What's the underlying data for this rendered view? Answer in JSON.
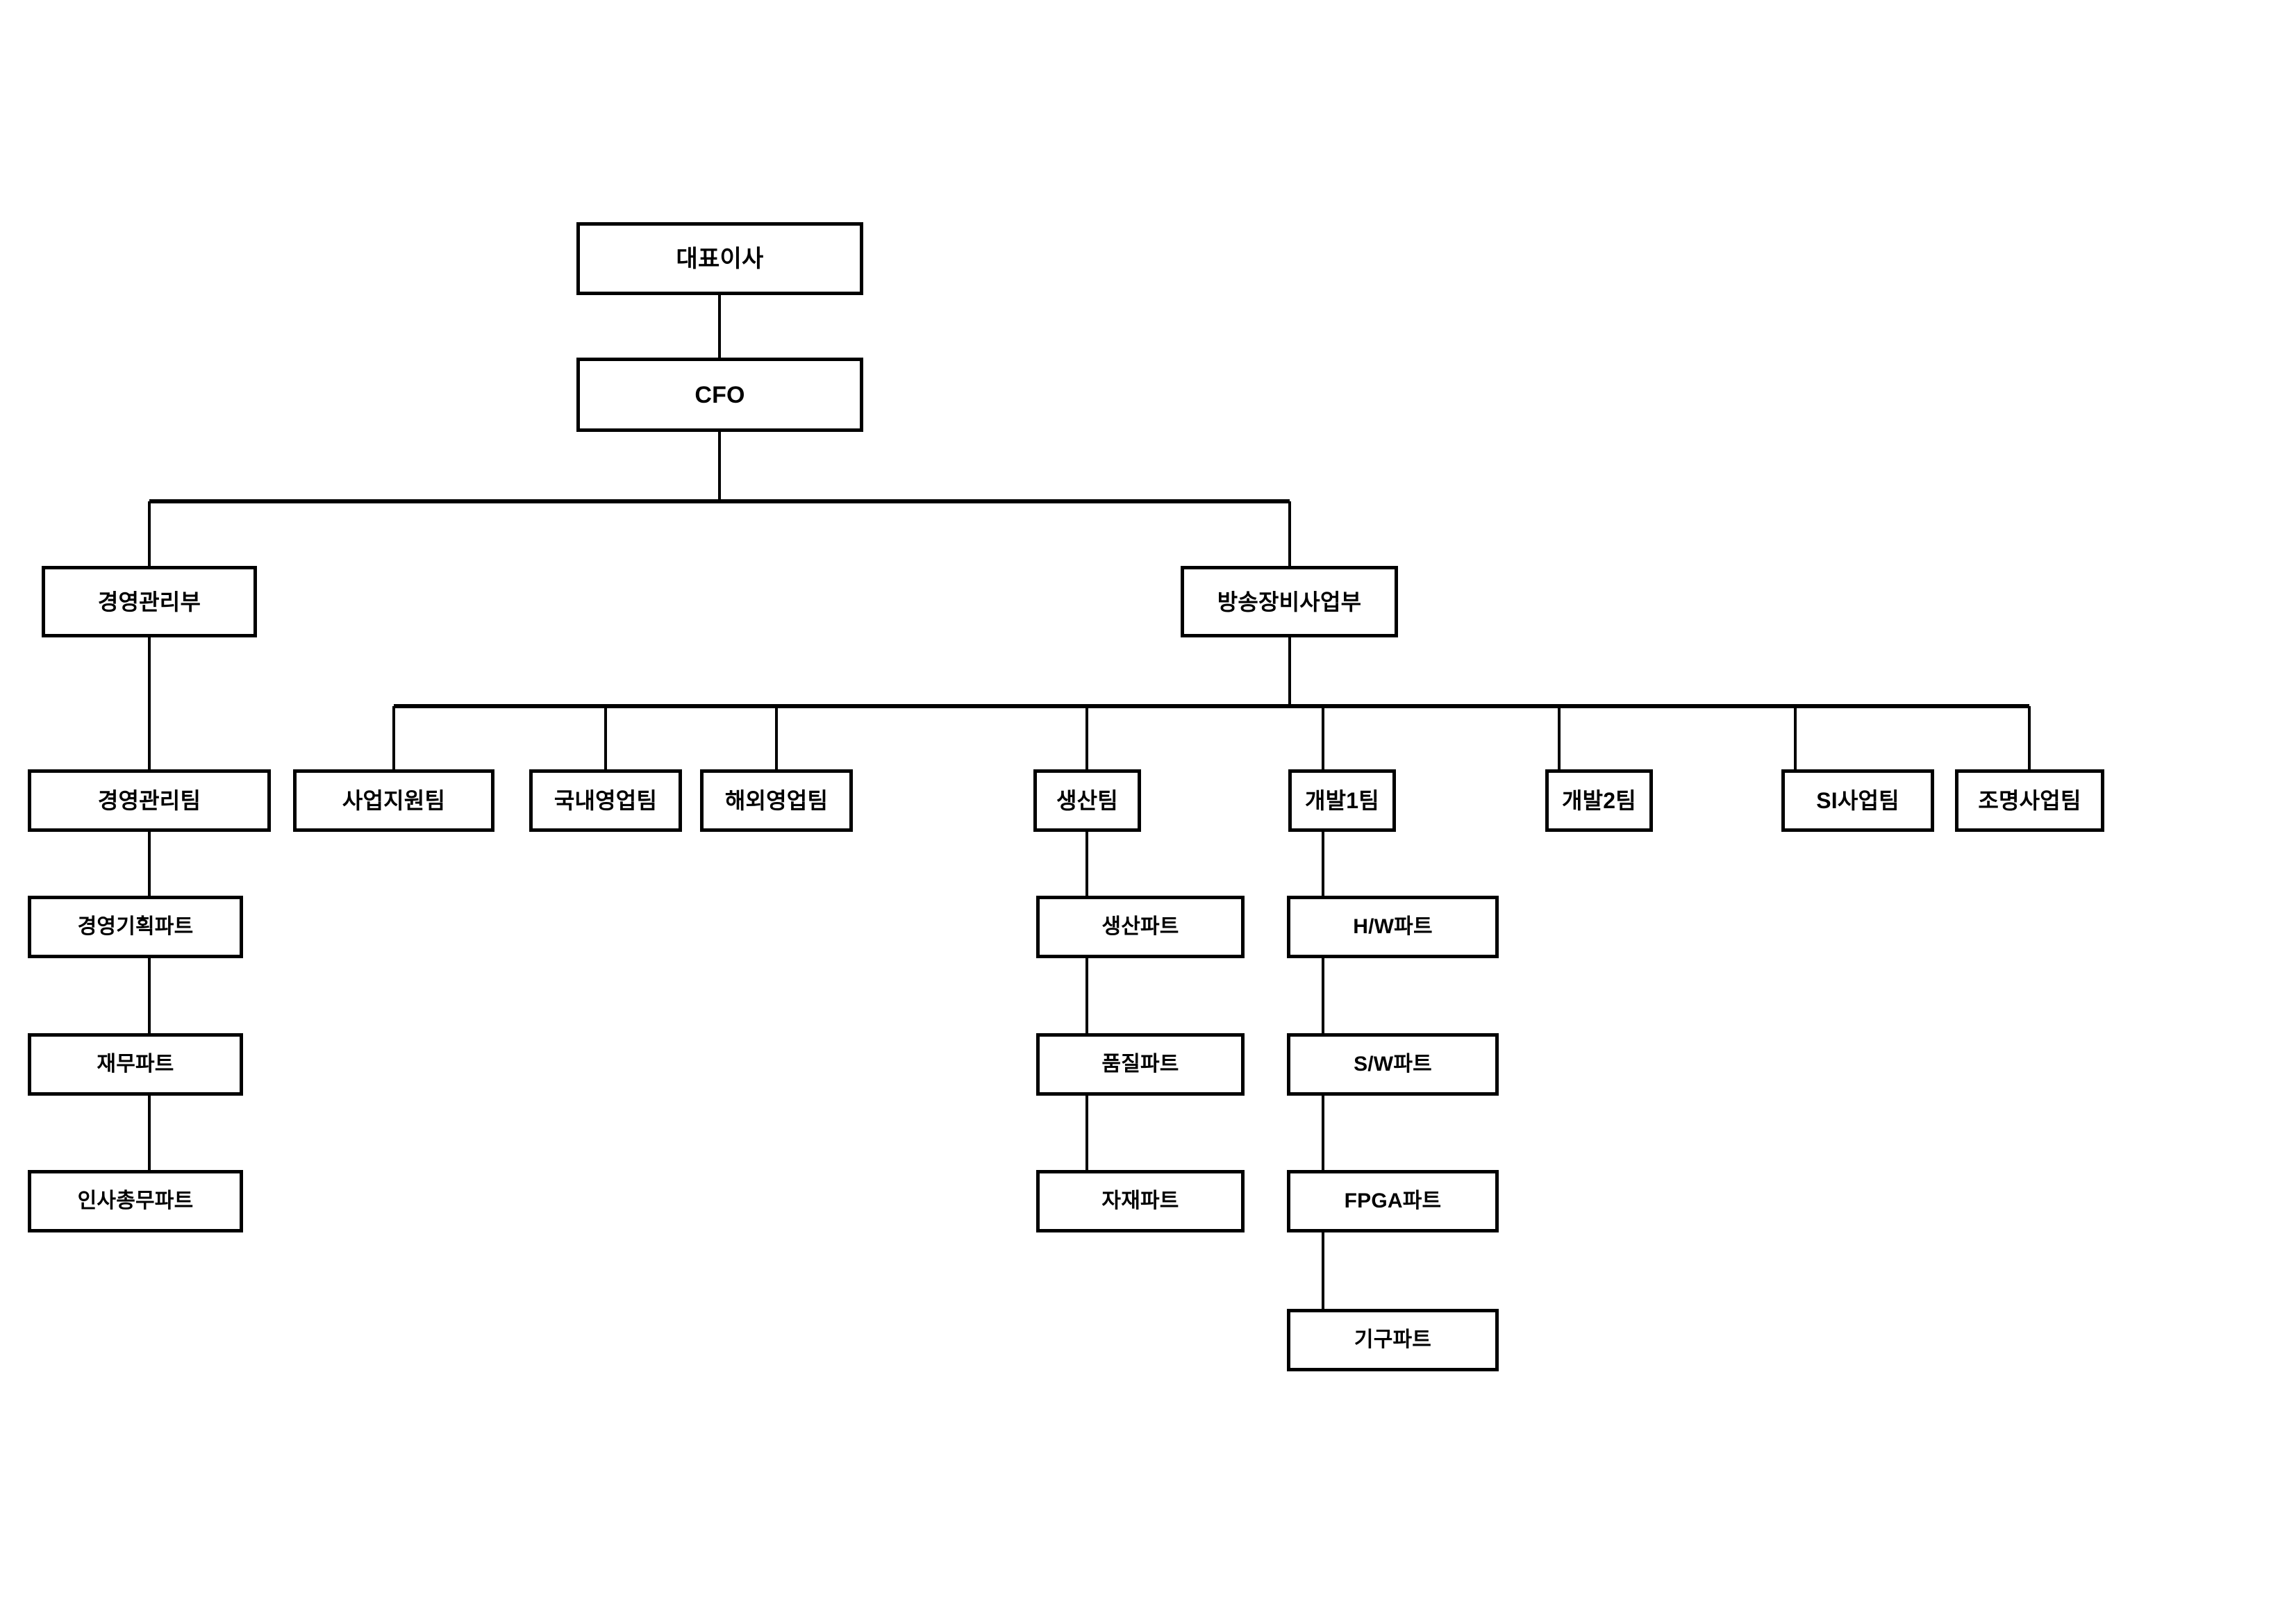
{
  "chart": {
    "type": "org-chart",
    "title": "",
    "orientation": "top-down",
    "background_color": "#ffffff",
    "box_fill_color": "#ffffff",
    "box_border_color": "#000000",
    "connector_color": "#000000",
    "text_color": "#000000"
  },
  "nodes": {
    "ceo": {
      "label": "대표이사",
      "level": 0
    },
    "cfo": {
      "label": "CFO",
      "level": 1
    },
    "div_management": {
      "label": "경영관리부",
      "level": 2
    },
    "div_broadcast": {
      "label": "방송장비사업부",
      "level": 2
    },
    "team_management": {
      "label": "경영관리팀",
      "level": 3
    },
    "team_bizsupport": {
      "label": "사업지원팀",
      "level": 3
    },
    "team_domestic_sales": {
      "label": "국내영업팀",
      "level": 3
    },
    "team_overseas_sales": {
      "label": "해외영업팀",
      "level": 3
    },
    "team_production": {
      "label": "생산팀",
      "level": 3
    },
    "team_dev1": {
      "label": "개발1팀",
      "level": 3
    },
    "team_dev2": {
      "label": "개발2팀",
      "level": 3
    },
    "team_si": {
      "label": "SI사업팀",
      "level": 3
    },
    "team_lighting": {
      "label": "조명사업팀",
      "level": 3
    },
    "part_mgmt_planning": {
      "label": "경영기획파트",
      "level": 4
    },
    "part_finance": {
      "label": "재무파트",
      "level": 5
    },
    "part_hr_general": {
      "label": "인사총무파트",
      "level": 6
    },
    "part_production": {
      "label": "생산파트",
      "level": 4
    },
    "part_quality": {
      "label": "품질파트",
      "level": 5
    },
    "part_materials": {
      "label": "자재파트",
      "level": 6
    },
    "part_hw": {
      "label": "H/W파트",
      "level": 4
    },
    "part_sw": {
      "label": "S/W파트",
      "level": 5
    },
    "part_fpga": {
      "label": "FPGA파트",
      "level": 6
    },
    "part_mechanism": {
      "label": "기구파트",
      "level": 7
    }
  },
  "hierarchy": {
    "root": "대표이사",
    "edges": [
      [
        "대표이사",
        "CFO"
      ],
      [
        "CFO",
        "경영관리부"
      ],
      [
        "CFO",
        "방송장비사업부"
      ],
      [
        "경영관리부",
        "경영관리팀"
      ],
      [
        "방송장비사업부",
        "사업지원팀"
      ],
      [
        "방송장비사업부",
        "국내영업팀"
      ],
      [
        "방송장비사업부",
        "해외영업팀"
      ],
      [
        "방송장비사업부",
        "생산팀"
      ],
      [
        "방송장비사업부",
        "개발1팀"
      ],
      [
        "방송장비사업부",
        "개발2팀"
      ],
      [
        "방송장비사업부",
        "SI사업팀"
      ],
      [
        "방송장비사업부",
        "조명사업팀"
      ],
      [
        "경영관리팀",
        "경영기획파트"
      ],
      [
        "경영기획파트",
        "재무파트"
      ],
      [
        "재무파트",
        "인사총무파트"
      ],
      [
        "생산팀",
        "생산파트"
      ],
      [
        "생산파트",
        "품질파트"
      ],
      [
        "품질파트",
        "자재파트"
      ],
      [
        "개발1팀",
        "H/W파트"
      ],
      [
        "H/W파트",
        "S/W파트"
      ],
      [
        "S/W파트",
        "FPGA파트"
      ],
      [
        "FPGA파트",
        "기구파트"
      ]
    ]
  }
}
